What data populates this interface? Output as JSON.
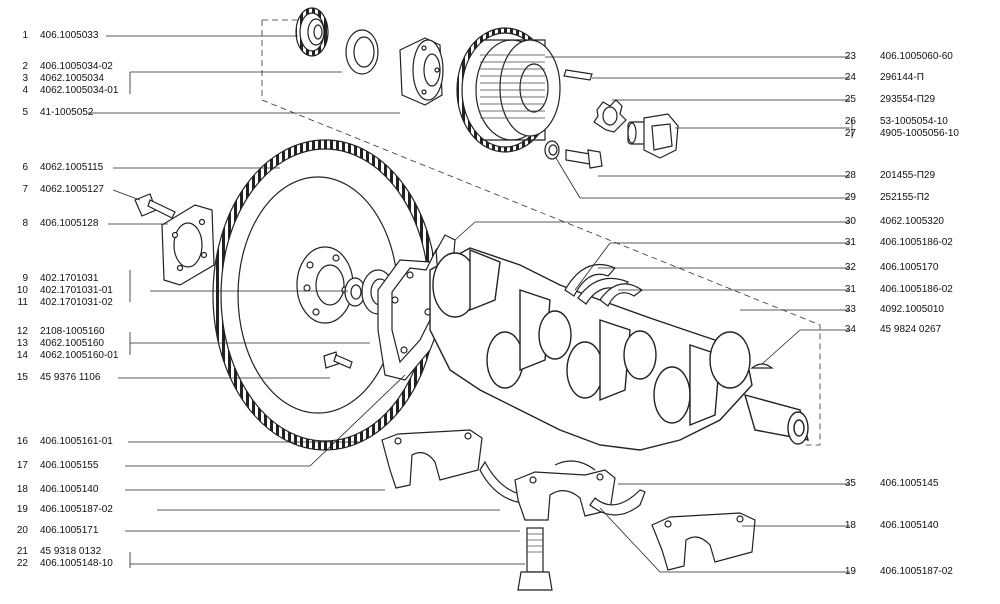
{
  "diagram": {
    "callouts_left": [
      {
        "num": "1",
        "code": "406.1005033"
      },
      {
        "num": "2",
        "code": "406.1005034-02"
      },
      {
        "num": "3",
        "code": "4062.1005034"
      },
      {
        "num": "4",
        "code": "4062.1005034-01"
      },
      {
        "num": "5",
        "code": "41-1005052"
      },
      {
        "num": "6",
        "code": "4062.1005115"
      },
      {
        "num": "7",
        "code": "4062.1005127"
      },
      {
        "num": "8",
        "code": "406.1005128"
      },
      {
        "num": "9",
        "code": "402.1701031"
      },
      {
        "num": "10",
        "code": "402.1701031-01"
      },
      {
        "num": "11",
        "code": "402.1701031-02"
      },
      {
        "num": "12",
        "code": "2108-1005160"
      },
      {
        "num": "13",
        "code": "4062.1005160"
      },
      {
        "num": "14",
        "code": "4062.1005160-01"
      },
      {
        "num": "15",
        "code": "45  9376  1106"
      },
      {
        "num": "16",
        "code": "406.1005161-01"
      },
      {
        "num": "17",
        "code": "406.1005155"
      },
      {
        "num": "18",
        "code": "406.1005140"
      },
      {
        "num": "19",
        "code": "406.1005187-02"
      },
      {
        "num": "20",
        "code": "406.1005171"
      },
      {
        "num": "21",
        "code": "45  9318  0132"
      },
      {
        "num": "22",
        "code": "406.1005148-10"
      }
    ],
    "callouts_right": [
      {
        "num": "23",
        "code": "406.1005060-60"
      },
      {
        "num": "24",
        "code": "296144-П"
      },
      {
        "num": "25",
        "code": "293554-П29"
      },
      {
        "num": "26",
        "code": "53-1005054-10"
      },
      {
        "num": "27",
        "code": "4905-1005056-10"
      },
      {
        "num": "28",
        "code": "201455-П29"
      },
      {
        "num": "29",
        "code": "252155-П2"
      },
      {
        "num": "30",
        "code": "4062.1005320"
      },
      {
        "num": "31",
        "code": "406.1005186-02"
      },
      {
        "num": "32",
        "code": "406.1005170"
      },
      {
        "num": "31",
        "code": "406.1005186-02"
      },
      {
        "num": "33",
        "code": "4092.1005010"
      },
      {
        "num": "34",
        "code": "45  9824  0267"
      },
      {
        "num": "35",
        "code": "406.1005145"
      },
      {
        "num": "18",
        "code": "406.1005140"
      },
      {
        "num": "19",
        "code": "406.1005187-02"
      }
    ]
  }
}
